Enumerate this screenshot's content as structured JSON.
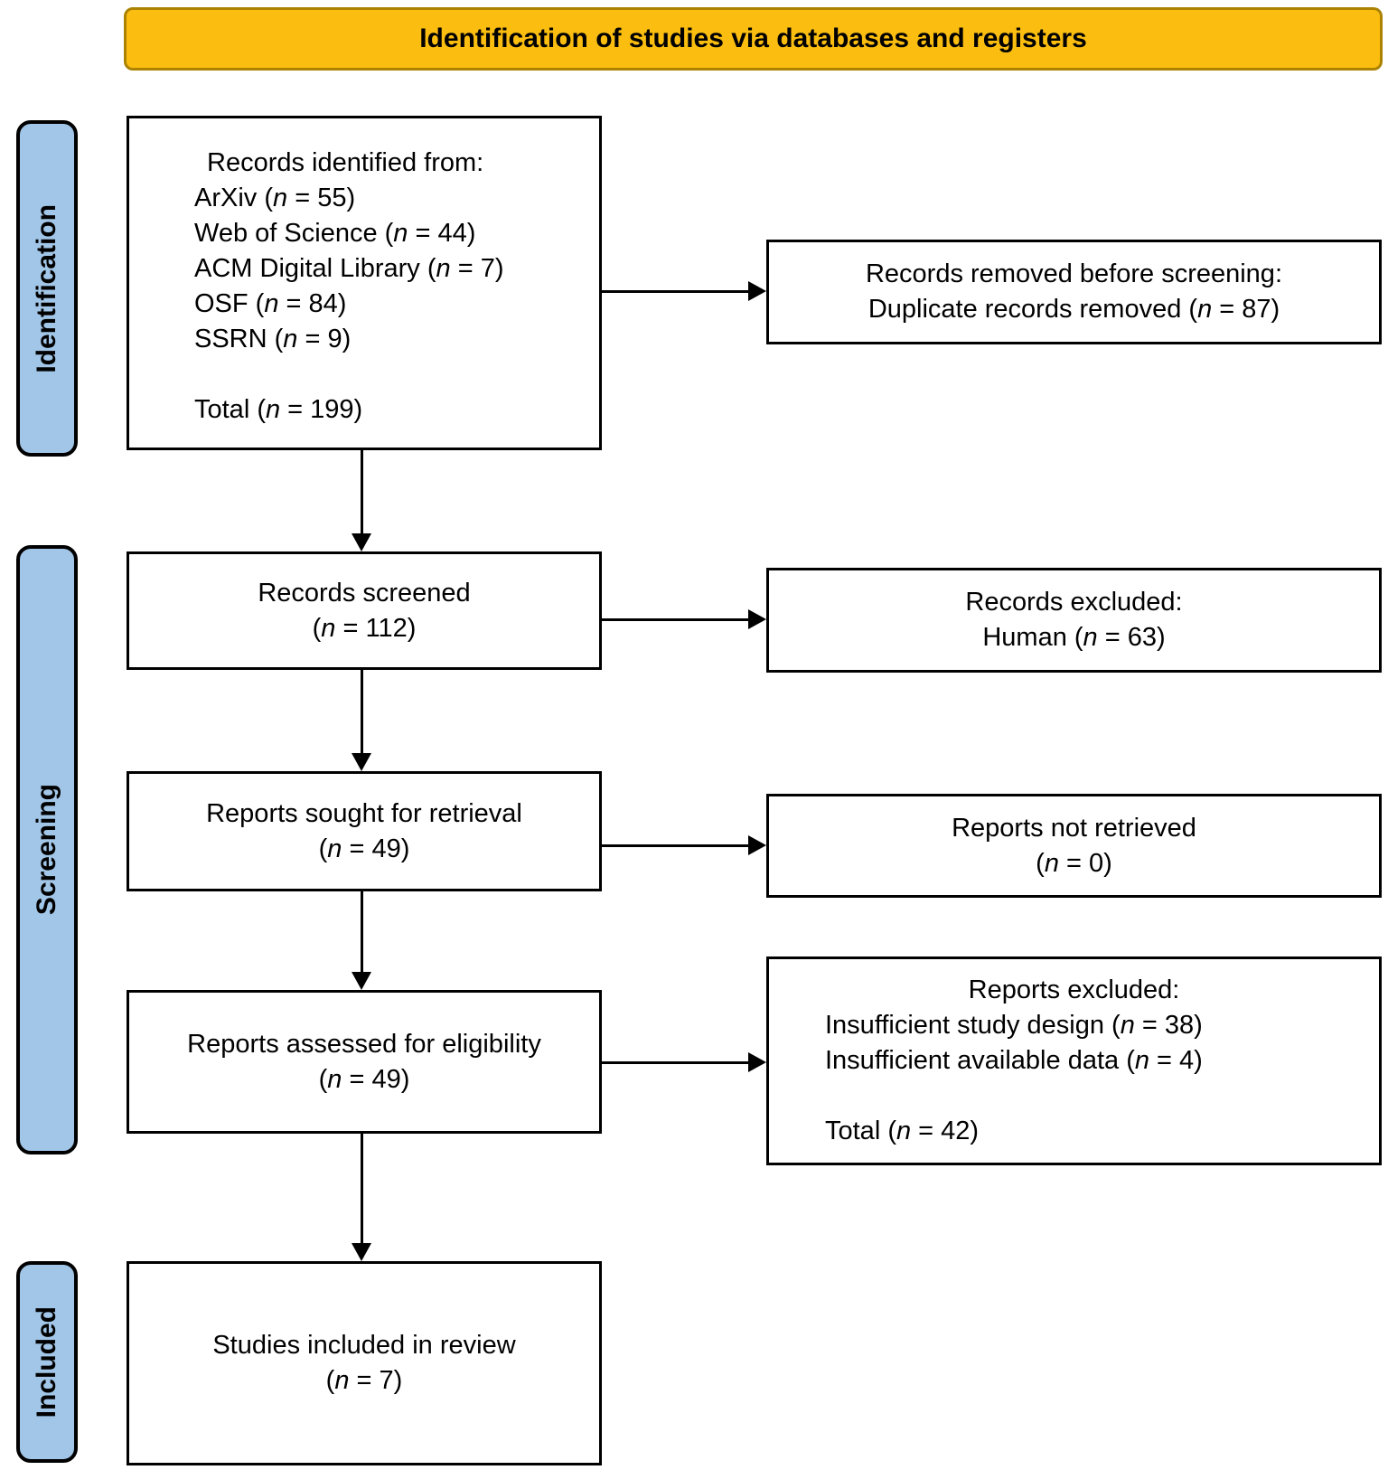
{
  "banner": {
    "title": "Identification of studies via databases and registers"
  },
  "stages": {
    "identification": "Identification",
    "screening": "Screening",
    "included": "Included"
  },
  "n_symbol": "n",
  "boxes": {
    "identified": {
      "heading": "Records identified from:",
      "items": [
        {
          "pre": "ArXiv (",
          "post": " = 55)"
        },
        {
          "pre": "Web of Science (",
          "post": " = 44)"
        },
        {
          "pre": "ACM Digital Library (",
          "post": " = 7)"
        },
        {
          "pre": "OSF (",
          "post": " = 84)"
        },
        {
          "pre": "SSRN (",
          "post": " = 9)"
        }
      ],
      "total": {
        "pre": "Total (",
        "post": " = 199)"
      }
    },
    "removed": {
      "line1": "Records removed before screening:",
      "count": {
        "pre": "Duplicate records removed (",
        "post": " = 87)"
      }
    },
    "screened": {
      "line1": "Records screened",
      "count": {
        "pre": "(",
        "post": " = 112)"
      }
    },
    "excluded_records": {
      "line1": "Records excluded:",
      "count": {
        "pre": "Human (",
        "post": " = 63)"
      }
    },
    "sought": {
      "line1": "Reports sought for retrieval",
      "count": {
        "pre": "(",
        "post": " = 49)"
      }
    },
    "not_retrieved": {
      "line1": "Reports not retrieved",
      "count": {
        "pre": "(",
        "post": " = 0)"
      }
    },
    "assessed": {
      "line1": "Reports assessed for eligibility",
      "count": {
        "pre": "(",
        "post": " = 49)"
      }
    },
    "excluded_reports": {
      "heading": "Reports excluded:",
      "items": [
        {
          "pre": "Insufficient study design (",
          "post": " = 38)"
        },
        {
          "pre": "Insufficient available data (",
          "post": " = 4)"
        }
      ],
      "total": {
        "pre": "Total (",
        "post": " = 42)"
      }
    },
    "included": {
      "line1": "Studies included in review",
      "count": {
        "pre": "(",
        "post": " = 7)"
      }
    }
  },
  "colors": {
    "banner_fill": "#FBBE10",
    "banner_border": "#AB8300",
    "stage_fill": "#A2C6E8",
    "box_border": "#000000",
    "text": "#000000"
  }
}
